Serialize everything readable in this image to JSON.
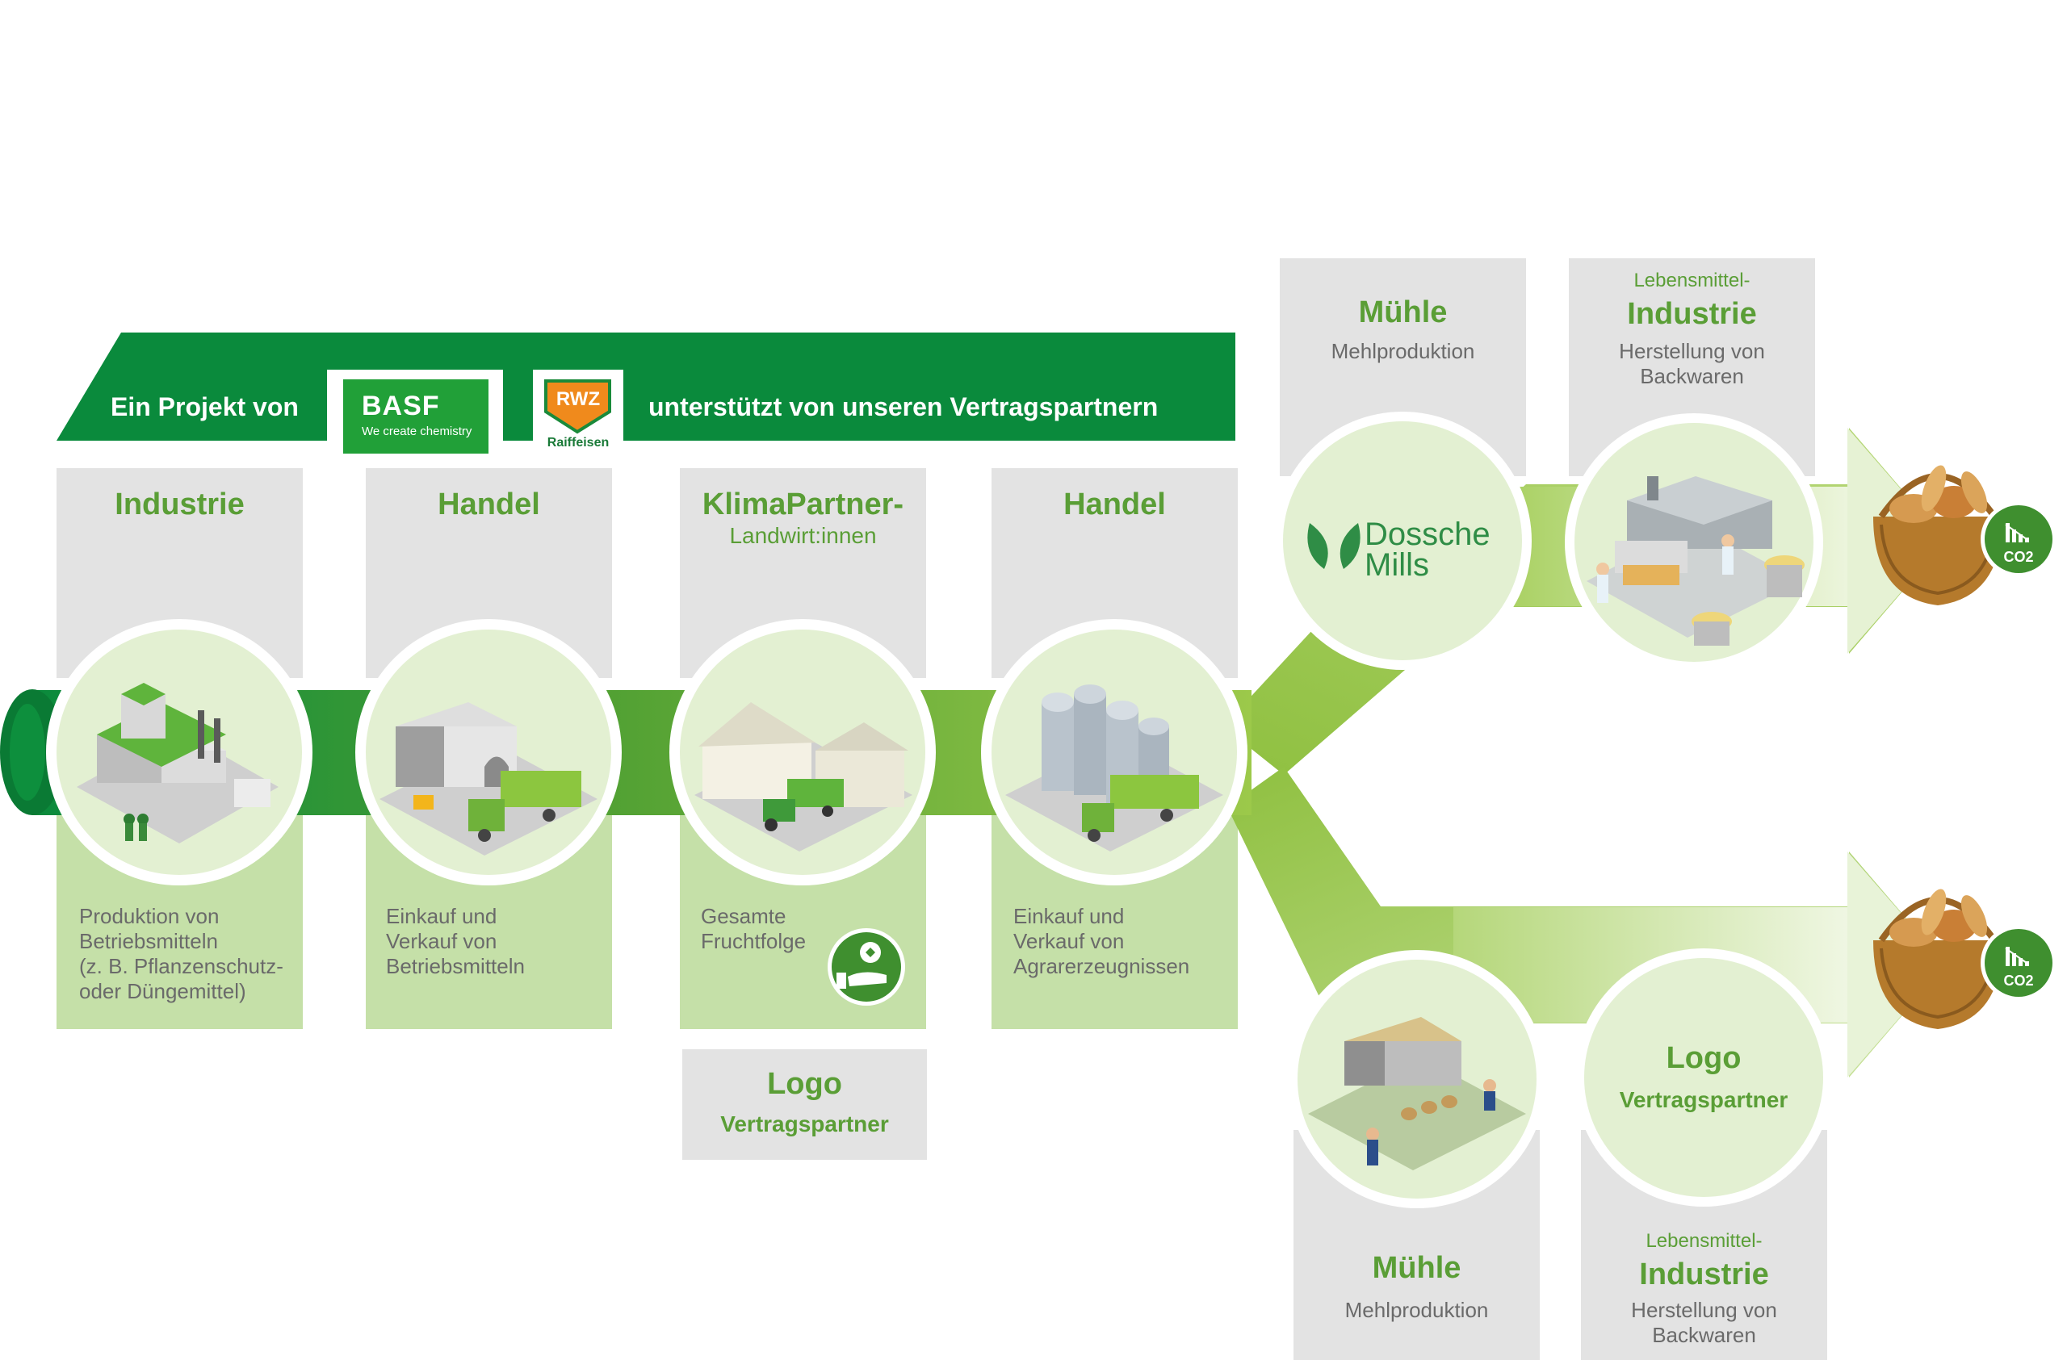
{
  "banner": {
    "prefix": "Ein Projekt von",
    "suffix": "unterstützt von unseren Vertragspartnern",
    "basf": {
      "name": "BASF",
      "tagline": "We create chemistry"
    },
    "rwz": {
      "name": "RWZ",
      "sub": "Raiffeisen"
    }
  },
  "stages": [
    {
      "title": "Industrie",
      "subtitle": "",
      "desc": [
        "Produktion von",
        "Betriebsmitteln",
        "(z. B. Pflanzenschutz-",
        "oder Düngemittel)"
      ]
    },
    {
      "title": "Handel",
      "subtitle": "",
      "desc": [
        "Einkauf und",
        "Verkauf von",
        "Betriebsmitteln"
      ]
    },
    {
      "title": "KlimaPartner-",
      "subtitle": "Landwirt:innen",
      "desc": [
        "Gesamte",
        "Fruchtfolge"
      ]
    },
    {
      "title": "Handel",
      "subtitle": "",
      "desc": [
        "Einkauf und",
        "Verkauf von",
        "Agrarerzeugnissen"
      ]
    }
  ],
  "logo_box": {
    "title": "Logo",
    "sub": "Vertragspartner"
  },
  "top_branch": {
    "mill": {
      "title": "Mühle",
      "desc": "Mehlproduktion",
      "brand1": "Dossche",
      "brand2": "Mills"
    },
    "industry": {
      "pre": "Lebensmittel-",
      "title": "Industrie",
      "desc": [
        "Herstellung von",
        "Backwaren"
      ]
    }
  },
  "bottom_branch": {
    "mill": {
      "title": "Mühle",
      "desc": "Mehlproduktion"
    },
    "logo": {
      "title": "Logo",
      "sub": "Vertragspartner"
    },
    "industry": {
      "pre": "Lebensmittel-",
      "title": "Industrie",
      "desc": [
        "Herstellung von",
        "Backwaren"
      ]
    }
  },
  "co2_label": "CO2",
  "colors": {
    "dark_green": "#0a8a3c",
    "mid_green": "#5aa732",
    "light_green": "#9cc94a",
    "pale_green": "#c5e0a8",
    "grey_box": "#e3e3e3",
    "text_green": "#5a9e36"
  }
}
